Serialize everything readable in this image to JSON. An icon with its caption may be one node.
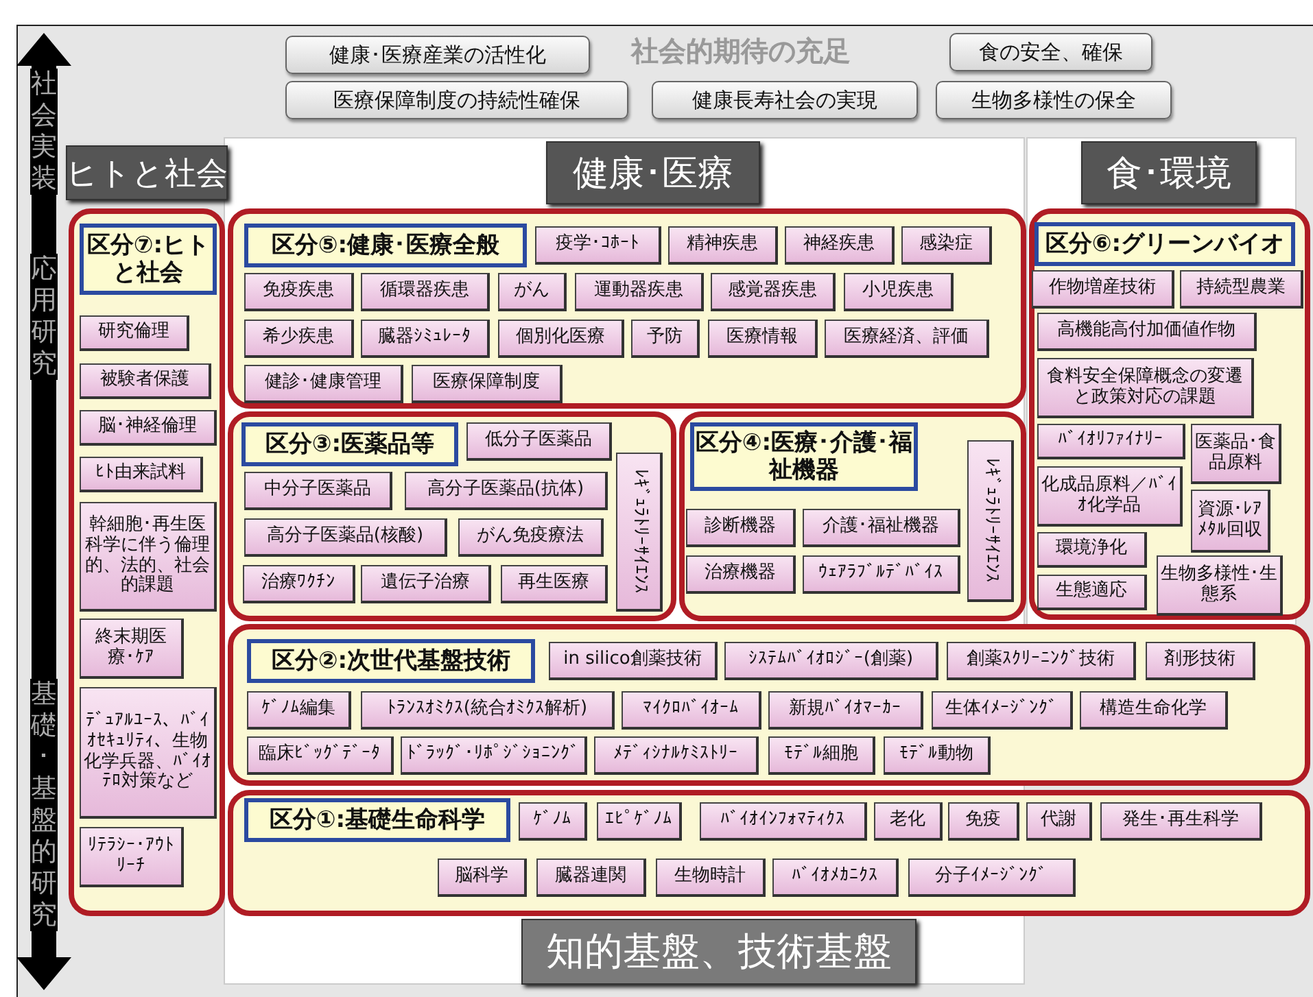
{
  "diagram": {
    "title": "社会的期待の充足",
    "nodes": [
      {
        "text": [
          "健康･医療産業の活性化"
        ]
      },
      {
        "text": [
          "食の安全、確保"
        ]
      },
      {
        "text": [
          "医療保障制度の持続性確保"
        ]
      },
      {
        "text": [
          "健康長寿社会の実現"
        ]
      },
      {
        "text": [
          "生物多様性の保全"
        ]
      },
      {
        "text": [
          "ヒトと社会"
        ]
      },
      {
        "text": [
          "健康･医療"
        ]
      },
      {
        "text": [
          "食･環境"
        ]
      },
      {
        "text": [
          "区分⑦:ヒトと社会"
        ]
      },
      {
        "text": [
          "研究倫理"
        ],
        "in": 8
      },
      {
        "text": [
          "被験者保護"
        ],
        "in": 8
      },
      {
        "text": [
          "脳･神経倫理"
        ],
        "in": 8
      },
      {
        "text": [
          "ﾋﾄ由来試料"
        ],
        "in": 8
      },
      {
        "text": [
          "幹細胞･再生医科学に伴う倫理的、法的、社会的課題"
        ],
        "in": 8
      },
      {
        "text": [
          "終末期医療･ｹｱ"
        ],
        "in": 8
      },
      {
        "text": [
          "ﾃﾞｭｱﾙﾕｰｽ、ﾊﾞｲｵｾｷｭﾘﾃｨ、生物化学兵器、ﾊﾞｲｵﾃﾛ対策など"
        ],
        "in": 8
      },
      {
        "text": [
          "ﾘﾃﾗｼｰ･ｱｳﾄﾘｰﾁ"
        ],
        "in": 8
      },
      {
        "text": [
          "区分⑤:健康･医療全般"
        ]
      },
      {
        "text": [
          "疫学･ｺﾎｰﾄ"
        ],
        "in": 17
      },
      {
        "text": [
          "精神疾患"
        ],
        "in": 17
      },
      {
        "text": [
          "神経疾患"
        ],
        "in": 17
      },
      {
        "text": [
          "感染症"
        ],
        "in": 17
      },
      {
        "text": [
          "免疫疾患"
        ],
        "in": 17
      },
      {
        "text": [
          "循環器疾患"
        ],
        "in": 17
      },
      {
        "text": [
          "がん"
        ],
        "in": 17
      },
      {
        "text": [
          "運動器疾患"
        ],
        "in": 17
      },
      {
        "text": [
          "感覚器疾患"
        ],
        "in": 17
      },
      {
        "text": [
          "小児疾患"
        ],
        "in": 17
      },
      {
        "text": [
          "希少疾患"
        ],
        "in": 17
      },
      {
        "text": [
          "臓器ｼﾐｭﾚｰﾀ"
        ],
        "in": 17
      },
      {
        "text": [
          "個別化医療"
        ],
        "in": 17
      },
      {
        "text": [
          "予防"
        ],
        "in": 17
      },
      {
        "text": [
          "医療情報"
        ],
        "in": 17
      },
      {
        "text": [
          "医療経済、評価"
        ],
        "in": 17
      },
      {
        "text": [
          "健診･健康管理"
        ],
        "in": 17
      },
      {
        "text": [
          "医療保障制度"
        ],
        "in": 17
      },
      {
        "text": [
          "区分③:医薬品等"
        ]
      },
      {
        "text": [
          "低分子医薬品"
        ],
        "in": 36
      },
      {
        "text": [
          "中分子医薬品"
        ],
        "in": 36
      },
      {
        "text": [
          "高分子医薬品(抗体)"
        ],
        "in": 36
      },
      {
        "text": [
          "高分子医薬品(核酸)"
        ],
        "in": 36
      },
      {
        "text": [
          "がん免疫療法"
        ],
        "in": 36
      },
      {
        "text": [
          "治療ﾜｸﾁﾝ"
        ],
        "in": 36
      },
      {
        "text": [
          "遺伝子治療"
        ],
        "in": 36
      },
      {
        "text": [
          "再生医療"
        ],
        "in": 36
      },
      {
        "text": [
          "ﾚｷﾞｭﾗﾄﾘｰｻｲｴﾝｽ"
        ],
        "in": 36
      },
      {
        "text": [
          "区分④:医療･介護･福祉機器"
        ]
      },
      {
        "text": [
          "診断機器"
        ],
        "in": 46
      },
      {
        "text": [
          "介護･福祉機器"
        ],
        "in": 46
      },
      {
        "text": [
          "治療機器"
        ],
        "in": 46
      },
      {
        "text": [
          "ｳｪｱﾗﾌﾞﾙﾃﾞﾊﾞｲｽ"
        ],
        "in": 46
      },
      {
        "text": [
          "ﾚｷﾞｭﾗﾄﾘｰｻｲｴﾝｽ"
        ],
        "in": 46
      },
      {
        "text": [
          "区分⑥:グリーンバイオ"
        ]
      },
      {
        "text": [
          "作物増産技術"
        ],
        "in": 52
      },
      {
        "text": [
          "持続型農業"
        ],
        "in": 52
      },
      {
        "text": [
          "高機能高付加価値作物"
        ],
        "in": 52
      },
      {
        "text": [
          "食料安全保障概念の変遷と政策対応の課題"
        ],
        "in": 52
      },
      {
        "text": [
          "ﾊﾞｲｵﾘﾌｧｲﾅﾘｰ"
        ],
        "in": 52
      },
      {
        "text": [
          "医薬品･食品原料"
        ],
        "in": 52
      },
      {
        "text": [
          "化成品原料／ﾊﾞｲｵ化学品"
        ],
        "in": 52
      },
      {
        "text": [
          "資源･ﾚｱﾒﾀﾙ回収"
        ],
        "in": 52
      },
      {
        "text": [
          "環境浄化"
        ],
        "in": 52
      },
      {
        "text": [
          "生態適応"
        ],
        "in": 52
      },
      {
        "text": [
          "生物多様性･生態系"
        ],
        "in": 52
      },
      {
        "text": [
          "区分②:次世代基盤技術"
        ]
      },
      {
        "text": [
          "in silico創薬技術"
        ],
        "in": 64
      },
      {
        "text": [
          "ｼｽﾃﾑﾊﾞｲｵﾛｼﾞｰ(創薬)"
        ],
        "in": 64
      },
      {
        "text": [
          "創薬ｽｸﾘｰﾆﾝｸﾞ技術"
        ],
        "in": 64
      },
      {
        "text": [
          "剤形技術"
        ],
        "in": 64
      },
      {
        "text": [
          "ｹﾞﾉﾑ編集"
        ],
        "in": 64
      },
      {
        "text": [
          "ﾄﾗﾝｽｵﾐｸｽ(統合ｵﾐｸｽ解析)"
        ],
        "in": 64
      },
      {
        "text": [
          "ﾏｲｸﾛﾊﾞｲｵｰﾑ"
        ],
        "in": 64
      },
      {
        "text": [
          "新規ﾊﾞｲｵﾏｰｶｰ"
        ],
        "in": 64
      },
      {
        "text": [
          "生体ｲﾒｰｼﾞﾝｸﾞ"
        ],
        "in": 64
      },
      {
        "text": [
          "構造生命化学"
        ],
        "in": 64
      },
      {
        "text": [
          "臨床ﾋﾞｯｸﾞﾃﾞｰﾀ"
        ],
        "in": 64
      },
      {
        "text": [
          "ﾄﾞﾗｯｸﾞ･ﾘﾎﾟｼﾞｼｮﾆﾝｸﾞ"
        ],
        "in": 64
      },
      {
        "text": [
          "ﾒﾃﾞｨｼﾅﾙｹﾐｽﾄﾘｰ"
        ],
        "in": 64
      },
      {
        "text": [
          "ﾓﾃﾞﾙ細胞"
        ],
        "in": 64
      },
      {
        "text": [
          "ﾓﾃﾞﾙ動物"
        ],
        "in": 64
      },
      {
        "text": [
          "区分①:基礎生命科学"
        ]
      },
      {
        "text": [
          "ｹﾞﾉﾑ"
        ],
        "in": 80
      },
      {
        "text": [
          "ｴﾋﾟｹﾞﾉﾑ"
        ],
        "in": 80
      },
      {
        "text": [
          "ﾊﾞｲｵｲﾝﾌｫﾏﾃｨｸｽ"
        ],
        "in": 80
      },
      {
        "text": [
          "老化"
        ],
        "in": 80
      },
      {
        "text": [
          "免疫"
        ],
        "in": 80
      },
      {
        "text": [
          "代謝"
        ],
        "in": 80
      },
      {
        "text": [
          "発生･再生科学"
        ],
        "in": 80
      },
      {
        "text": [
          "脳科学"
        ],
        "in": 80
      },
      {
        "text": [
          "臓器連関"
        ],
        "in": 80
      },
      {
        "text": [
          "生物時計"
        ],
        "in": 80
      },
      {
        "text": [
          "ﾊﾞｲｵﾒｶﾆｸｽ"
        ],
        "in": 80
      },
      {
        "text": [
          "分子ｲﾒｰｼﾞﾝｸﾞ"
        ],
        "in": 80
      },
      {
        "text": [
          "知的基盤、技術基盤"
        ]
      }
    ],
    "labels": [
      "社会実装",
      "応用研究",
      "基礎･基盤的研究"
    ]
  }
}
